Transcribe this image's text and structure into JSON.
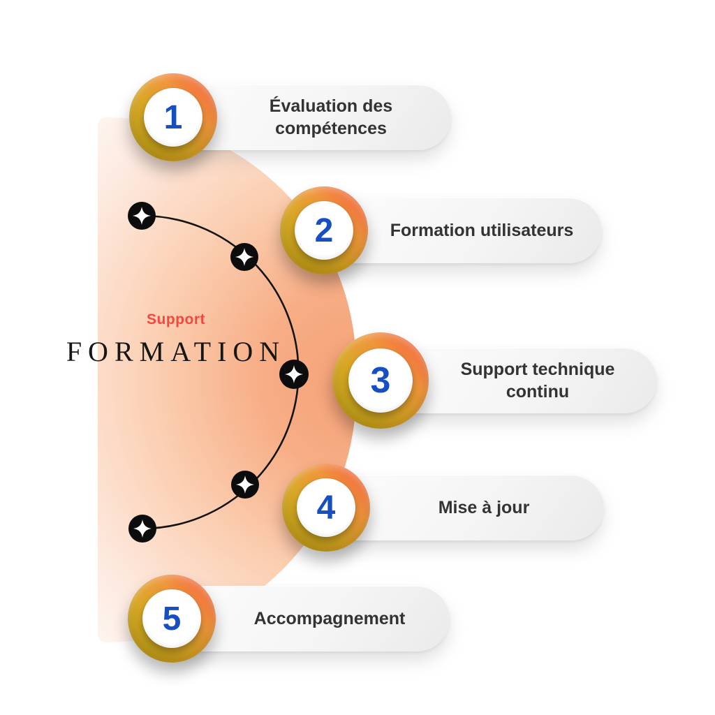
{
  "header": {
    "eyebrow": "Support",
    "title": "FORMATION"
  },
  "steps": [
    {
      "number": "1",
      "label": "Évaluation des compétences"
    },
    {
      "number": "2",
      "label": "Formation utilisateurs"
    },
    {
      "number": "3",
      "label": "Support technique continu"
    },
    {
      "number": "4",
      "label": "Mise à jour"
    },
    {
      "number": "5",
      "label": "Accompagnement"
    }
  ],
  "icons": {
    "timeline_node": "sparkle-icon",
    "timeline_node_glyph": "✦",
    "timeline_node_count": 5
  },
  "colors": {
    "accent_red": "#f4473f",
    "number_blue": "#164fc0",
    "ring_gold": "#c6a41c",
    "ring_orange": "#f0963c",
    "ring_coral": "#f5544d",
    "peach": "#f5a176",
    "pill_gray": "#f2f2f2",
    "text_dark": "#333333",
    "node_black": "#0c0c0c",
    "title_black": "#161616"
  }
}
